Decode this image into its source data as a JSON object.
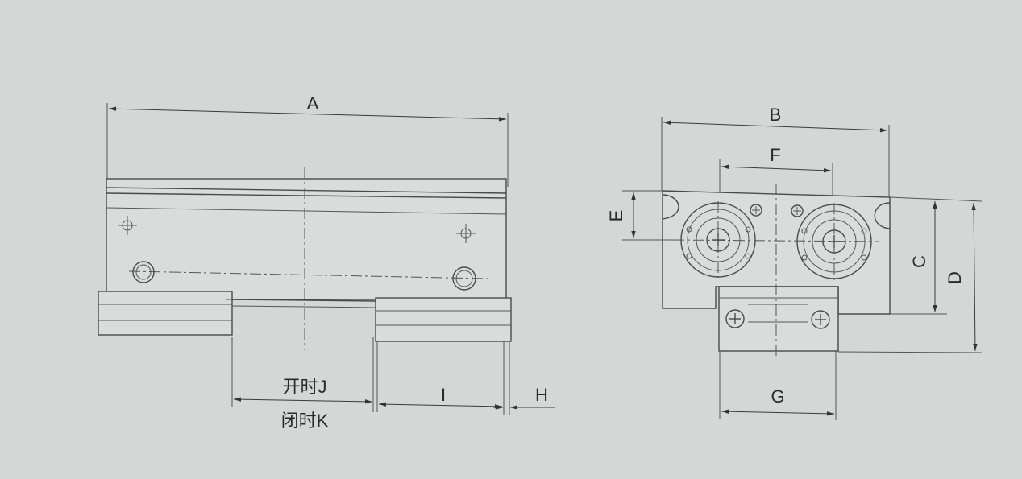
{
  "labels": {
    "A": "A",
    "B": "B",
    "C": "C",
    "D": "D",
    "E": "E",
    "F": "F",
    "G": "G",
    "H": "H",
    "I": "I",
    "open_J": "开时J",
    "close_K": "闭时K"
  },
  "colors": {
    "background": "#d4d7d6",
    "line": "#4a4a4a"
  }
}
